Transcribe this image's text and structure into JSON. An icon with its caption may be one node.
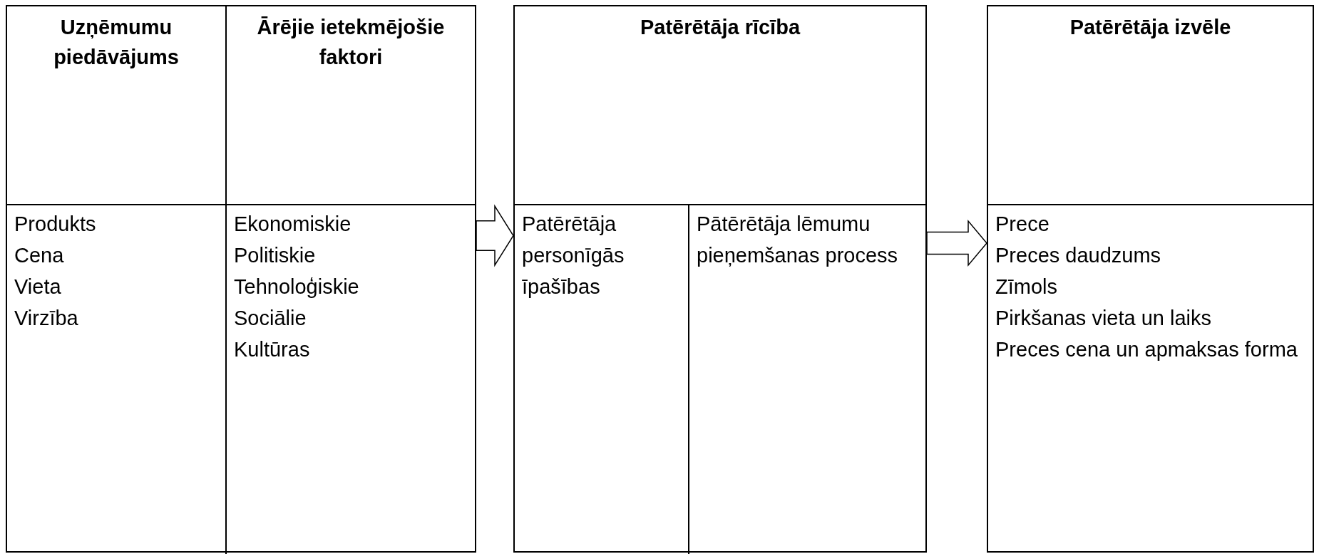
{
  "diagram": {
    "nodes": [
      {
        "text": [],
        "shape": "box"
      },
      {
        "text": [
          "Uzņēmumu piedāvājums"
        ],
        "in": 0
      },
      {
        "text": [
          "Ārējie ietekmējošie faktori"
        ],
        "in": 0
      },
      {
        "text": [
          "Produkts",
          "Cena",
          "Vieta",
          "Virzība"
        ],
        "in": 0
      },
      {
        "text": [
          "Ekonomiskie",
          "Politiskie",
          "Tehnoloģiskie",
          "Sociālie",
          "Kultūras"
        ],
        "in": 0
      },
      {
        "text": [],
        "shape": "box"
      },
      {
        "text": [
          "Patērētāja rīcība"
        ],
        "in": 5
      },
      {
        "text": [
          "Patērētāja personīgās īpašības"
        ],
        "in": 5
      },
      {
        "text": [
          "Pātērētāja lēmumu pieņemšanas process"
        ],
        "in": 5
      },
      {
        "text": [],
        "shape": "box"
      },
      {
        "text": [
          "Patērētāja izvēle"
        ],
        "in": 9
      },
      {
        "text": [
          "Prece",
          "Preces daudzums",
          "Zīmols",
          "Pirkšanas vieta un laiks",
          "Preces cena un apmaksas forma"
        ],
        "in": 9
      }
    ],
    "edges": [
      {
        "from": 0,
        "to": 5,
        "arrow": "to"
      },
      {
        "from": 5,
        "to": 9,
        "arrow": "to"
      }
    ]
  }
}
